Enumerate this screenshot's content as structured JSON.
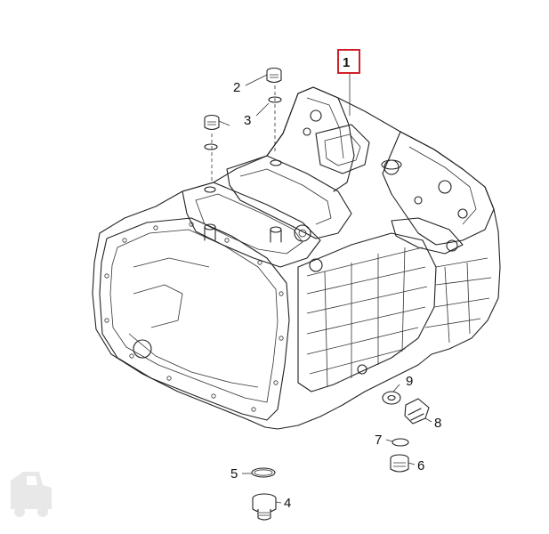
{
  "diagram": {
    "highlight_color": "#d0202a",
    "watermark_icon": "tow-truck-icon",
    "callouts": [
      {
        "id": "1",
        "label": "1"
      },
      {
        "id": "2",
        "label": "2"
      },
      {
        "id": "3",
        "label": "3"
      },
      {
        "id": "4",
        "label": "4"
      },
      {
        "id": "5",
        "label": "5"
      },
      {
        "id": "6",
        "label": "6"
      },
      {
        "id": "7",
        "label": "7"
      },
      {
        "id": "8",
        "label": "8"
      },
      {
        "id": "9",
        "label": "9"
      }
    ]
  }
}
